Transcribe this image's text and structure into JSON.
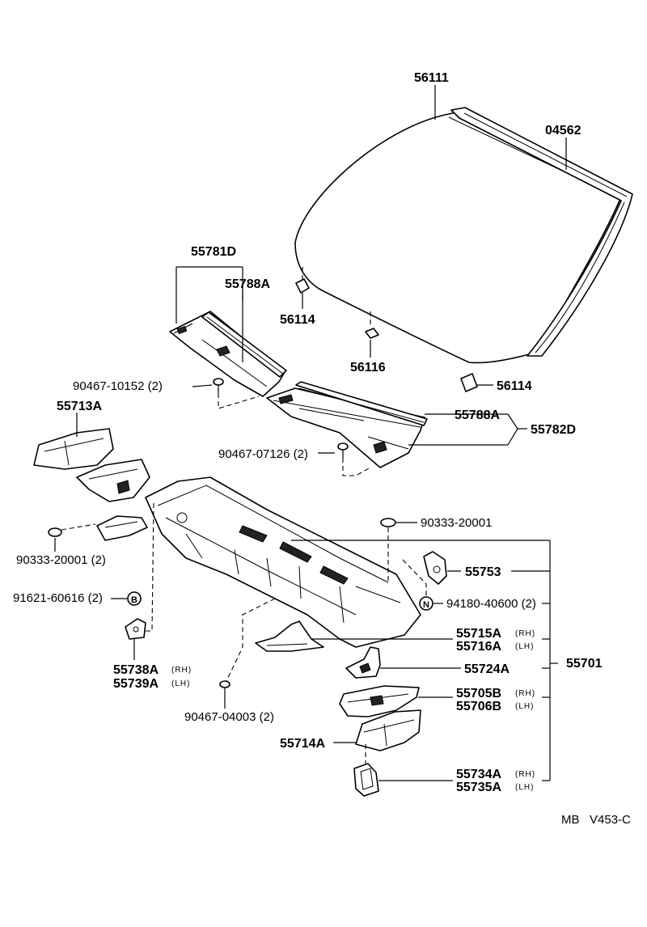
{
  "diagram": {
    "code": "MB   V453-C",
    "labels": {
      "p56111": "56111",
      "p04562": "04562",
      "p55781D": "55781D",
      "p55788A_top": "55788A",
      "p56114_top": "56114",
      "p56116": "56116",
      "p56114_bottom": "56114",
      "p90467_10152": "90467-10152 (2)",
      "p55713A": "55713A",
      "p55788A_right": "55788A",
      "p55782D": "55782D",
      "p90467_07126": "90467-07126 (2)",
      "p90333_20001_right": "90333-20001",
      "p90333_20001_left": "90333-20001 (2)",
      "p55753": "55753",
      "p91621_60616": "91621-60616 (2)",
      "p94180_40600": "94180-40600 (2)",
      "p55715A": "55715A",
      "p55716A": "55716A",
      "p55701": "55701",
      "p55738A": "55738A",
      "p55739A": "55739A",
      "p55724A": "55724A",
      "p90467_04003": "90467-04003 (2)",
      "p55705B": "55705B",
      "p55706B": "55706B",
      "p55714A": "55714A",
      "p55734A": "55734A",
      "p55735A": "55735A",
      "rh": "(RH)",
      "lh": "(LH)",
      "symbol_B": "B",
      "symbol_N": "N"
    }
  }
}
